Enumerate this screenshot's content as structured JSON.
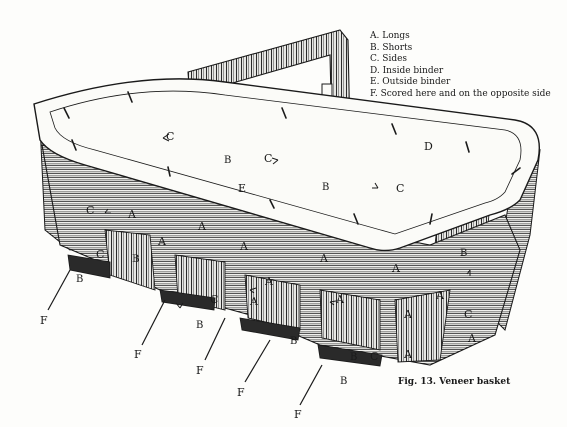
{
  "legend": [
    {
      "key": "A",
      "text": "A. Longs"
    },
    {
      "key": "B",
      "text": "B. Shorts"
    },
    {
      "key": "C",
      "text": "C. Sides"
    },
    {
      "key": "D",
      "text": "D. Inside binder"
    },
    {
      "key": "E",
      "text": "E. Outside binder"
    },
    {
      "key": "F",
      "text": "F. Scored here and on the opposite side"
    }
  ],
  "caption": "Fig. 13. Veneer basket",
  "labels": {
    "A": "A",
    "B": "B",
    "C": "C",
    "D": "D",
    "E": "E",
    "F": "F"
  }
}
